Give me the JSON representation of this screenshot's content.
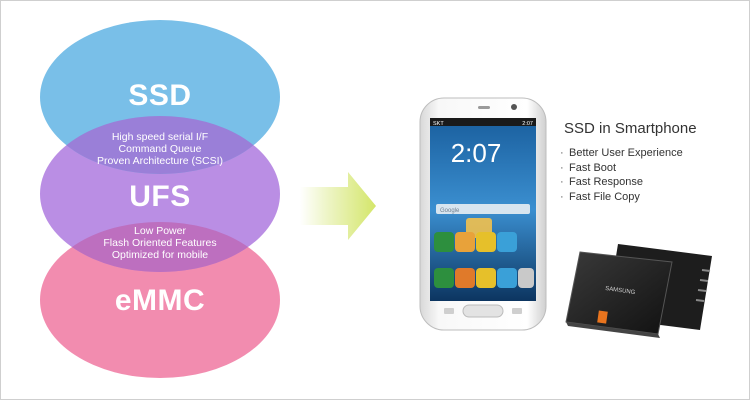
{
  "colors": {
    "ssd": "#6ab8e6",
    "ufs": "#b07ee0",
    "emmc": "#f07ca4",
    "arrow": "#d4e66a",
    "text_dark": "#333333"
  },
  "diagram": {
    "ssd_label": "SSD",
    "ufs_label": "UFS",
    "emmc_label": "eMMC",
    "ssd_ufs_overlap": [
      "High speed serial I/F",
      "Command Queue",
      "Proven Architecture (SCSI)"
    ],
    "ufs_emmc_overlap": [
      "Low Power",
      "Flash Oriented Features",
      "Optimized for mobile"
    ]
  },
  "phone": {
    "carrier": "SKT",
    "status_time": "2:07",
    "clock": "2:07",
    "search_hint": "Google",
    "ssd_brand": "SAMSUNG",
    "icon_labels": [
      "",
      "",
      "",
      ""
    ]
  },
  "info": {
    "title": "SSD in Smartphone",
    "bullets": [
      "Better User Experience",
      "Fast Boot",
      "Fast Response",
      "Fast File Copy"
    ]
  }
}
